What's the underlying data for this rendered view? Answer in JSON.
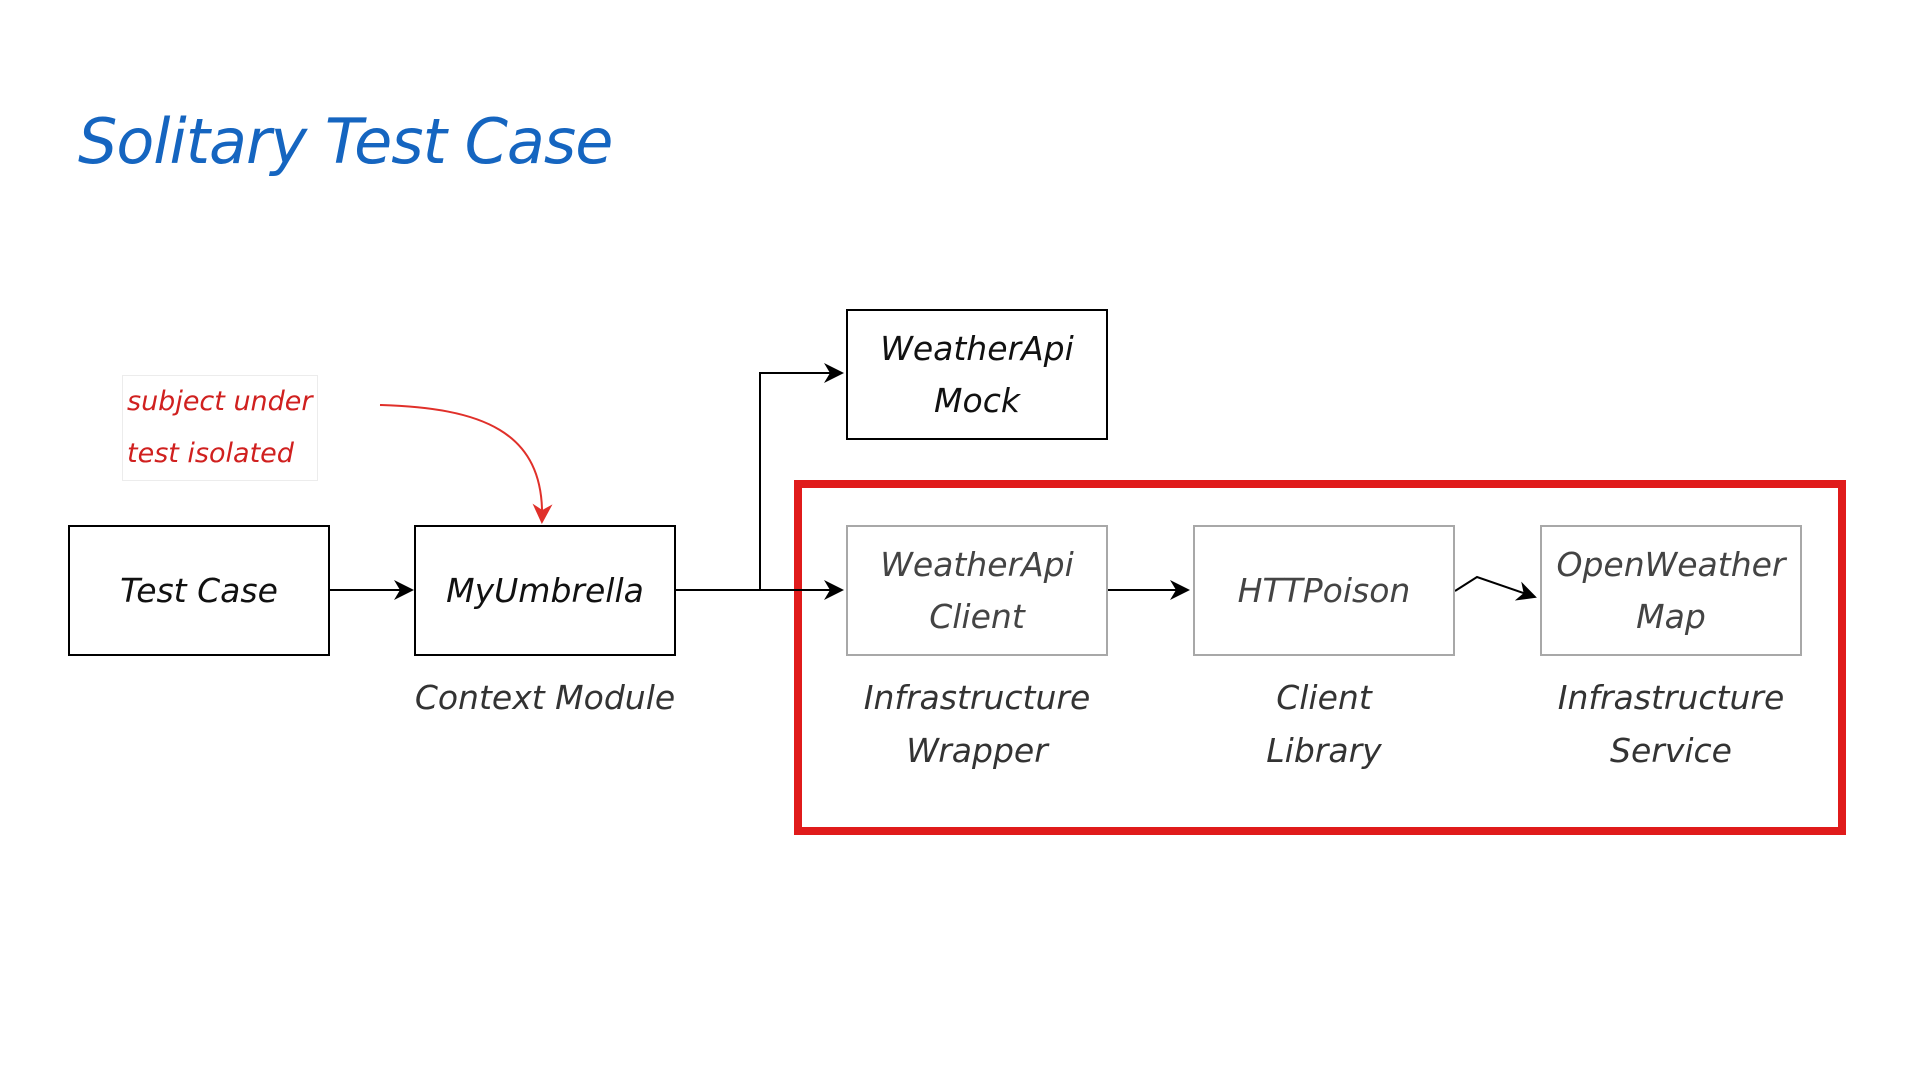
{
  "title": "Solitary Test Case",
  "annotation": {
    "line1": "subject under",
    "line2": "test isolated",
    "color": "#d0201f"
  },
  "nodes": {
    "test_case": {
      "line1": "Test Case"
    },
    "my_umbrella": {
      "line1": "MyUmbrella",
      "caption1": "Context Module"
    },
    "weather_api_mock": {
      "line1": "WeatherApi",
      "line2": "Mock"
    },
    "weather_api_client": {
      "line1": "WeatherApi",
      "line2": "Client",
      "caption1": "Infrastructure",
      "caption2": "Wrapper"
    },
    "httpoison": {
      "line1": "HTTPoison",
      "caption1": "Client",
      "caption2": "Library"
    },
    "open_weather_map": {
      "line1": "OpenWeather",
      "line2": "Map",
      "caption1": "Infrastructure",
      "caption2": "Service"
    }
  },
  "colors": {
    "title": "#1565c0",
    "boundary": "#e01b1b",
    "faded_border": "#a8a8a8"
  }
}
